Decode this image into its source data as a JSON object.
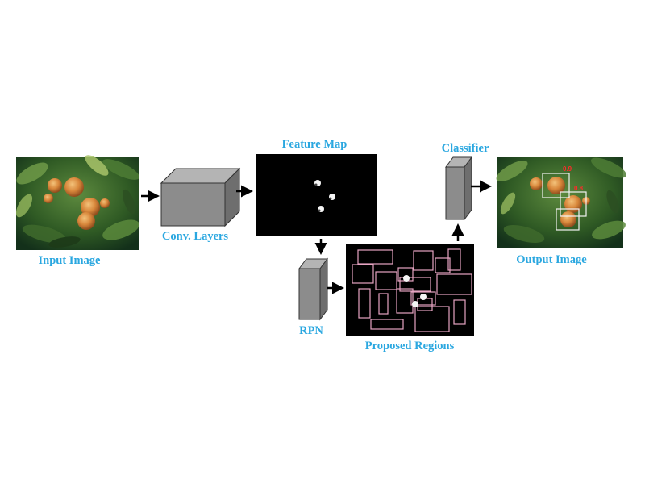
{
  "labels": {
    "input_image": "Input Image",
    "conv_layers": "Conv. Layers",
    "feature_map": "Feature Map",
    "rpn": "RPN",
    "proposed_regions": "Proposed Regions",
    "classifier": "Classifier",
    "output_image": "Output Image"
  },
  "detections": [
    "0.9",
    "0.8"
  ],
  "colors": {
    "label": "#2aa7e0",
    "block_front": "#8c8c8c",
    "block_top": "#b4b4b4",
    "block_side": "#6e6e6e",
    "proposal_box": "#e7a4c2",
    "detection_box": "#f2f2f2",
    "detection_score": "#ff2a2a",
    "arrow": "#000000"
  }
}
